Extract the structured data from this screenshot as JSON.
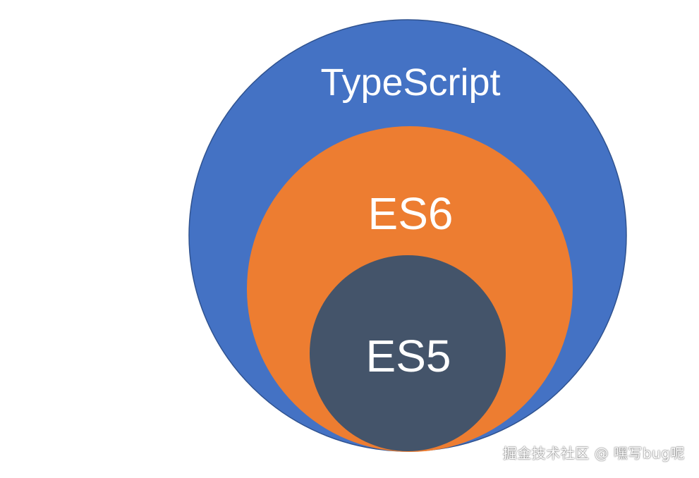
{
  "diagram": {
    "outer": {
      "label": "TypeScript",
      "fill": "#4472C4",
      "stroke": "#2F528F"
    },
    "middle": {
      "label": "ES6",
      "fill": "#ED7D31"
    },
    "inner": {
      "label": "ES5",
      "fill": "#44546A"
    },
    "text_color": "#FFFFFF"
  },
  "watermark": {
    "text": "掘金技术社区 @ 嘿写bug呢"
  }
}
